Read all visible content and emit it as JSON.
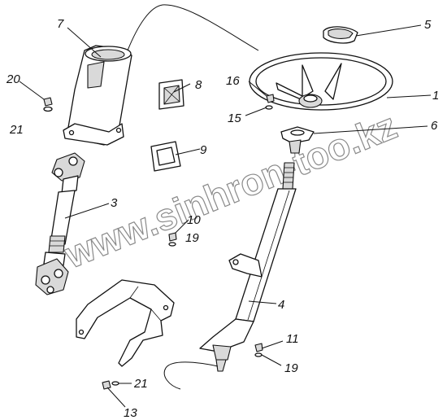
{
  "watermark": "www.sinhron-too.kz",
  "callouts": [
    {
      "key": "c1",
      "text": "1"
    },
    {
      "key": "c3",
      "text": "3"
    },
    {
      "key": "c4",
      "text": "4"
    },
    {
      "key": "c5",
      "text": "5"
    },
    {
      "key": "c6",
      "text": "6"
    },
    {
      "key": "c7",
      "text": "7"
    },
    {
      "key": "c8",
      "text": "8"
    },
    {
      "key": "c9",
      "text": "9"
    },
    {
      "key": "c10",
      "text": "10"
    },
    {
      "key": "c11",
      "text": "11"
    },
    {
      "key": "c13",
      "text": "13"
    },
    {
      "key": "c15",
      "text": "15"
    },
    {
      "key": "c16",
      "text": "16"
    },
    {
      "key": "c19a",
      "text": "19"
    },
    {
      "key": "c19b",
      "text": "19"
    },
    {
      "key": "c20",
      "text": "20"
    },
    {
      "key": "c21a",
      "text": "21"
    },
    {
      "key": "c21b",
      "text": "21"
    }
  ]
}
